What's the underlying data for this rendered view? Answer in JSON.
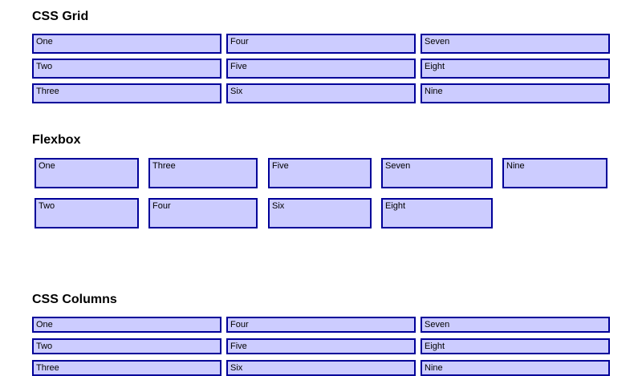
{
  "sections": {
    "grid": {
      "title": "CSS Grid",
      "items": [
        "One",
        "Two",
        "Three",
        "Four",
        "Five",
        "Six",
        "Seven",
        "Eight",
        "Nine"
      ]
    },
    "flexbox": {
      "title": "Flexbox",
      "items": [
        "One",
        "Three",
        "Five",
        "Seven",
        "Nine",
        "Two",
        "Four",
        "Six",
        "Eight"
      ]
    },
    "columns": {
      "title": "CSS Columns",
      "items": [
        "One",
        "Two",
        "Three",
        "Four",
        "Five",
        "Six",
        "Seven",
        "Eight",
        "Nine"
      ]
    }
  },
  "colors": {
    "box_fill": "#ccccff",
    "box_border": "#000099"
  }
}
